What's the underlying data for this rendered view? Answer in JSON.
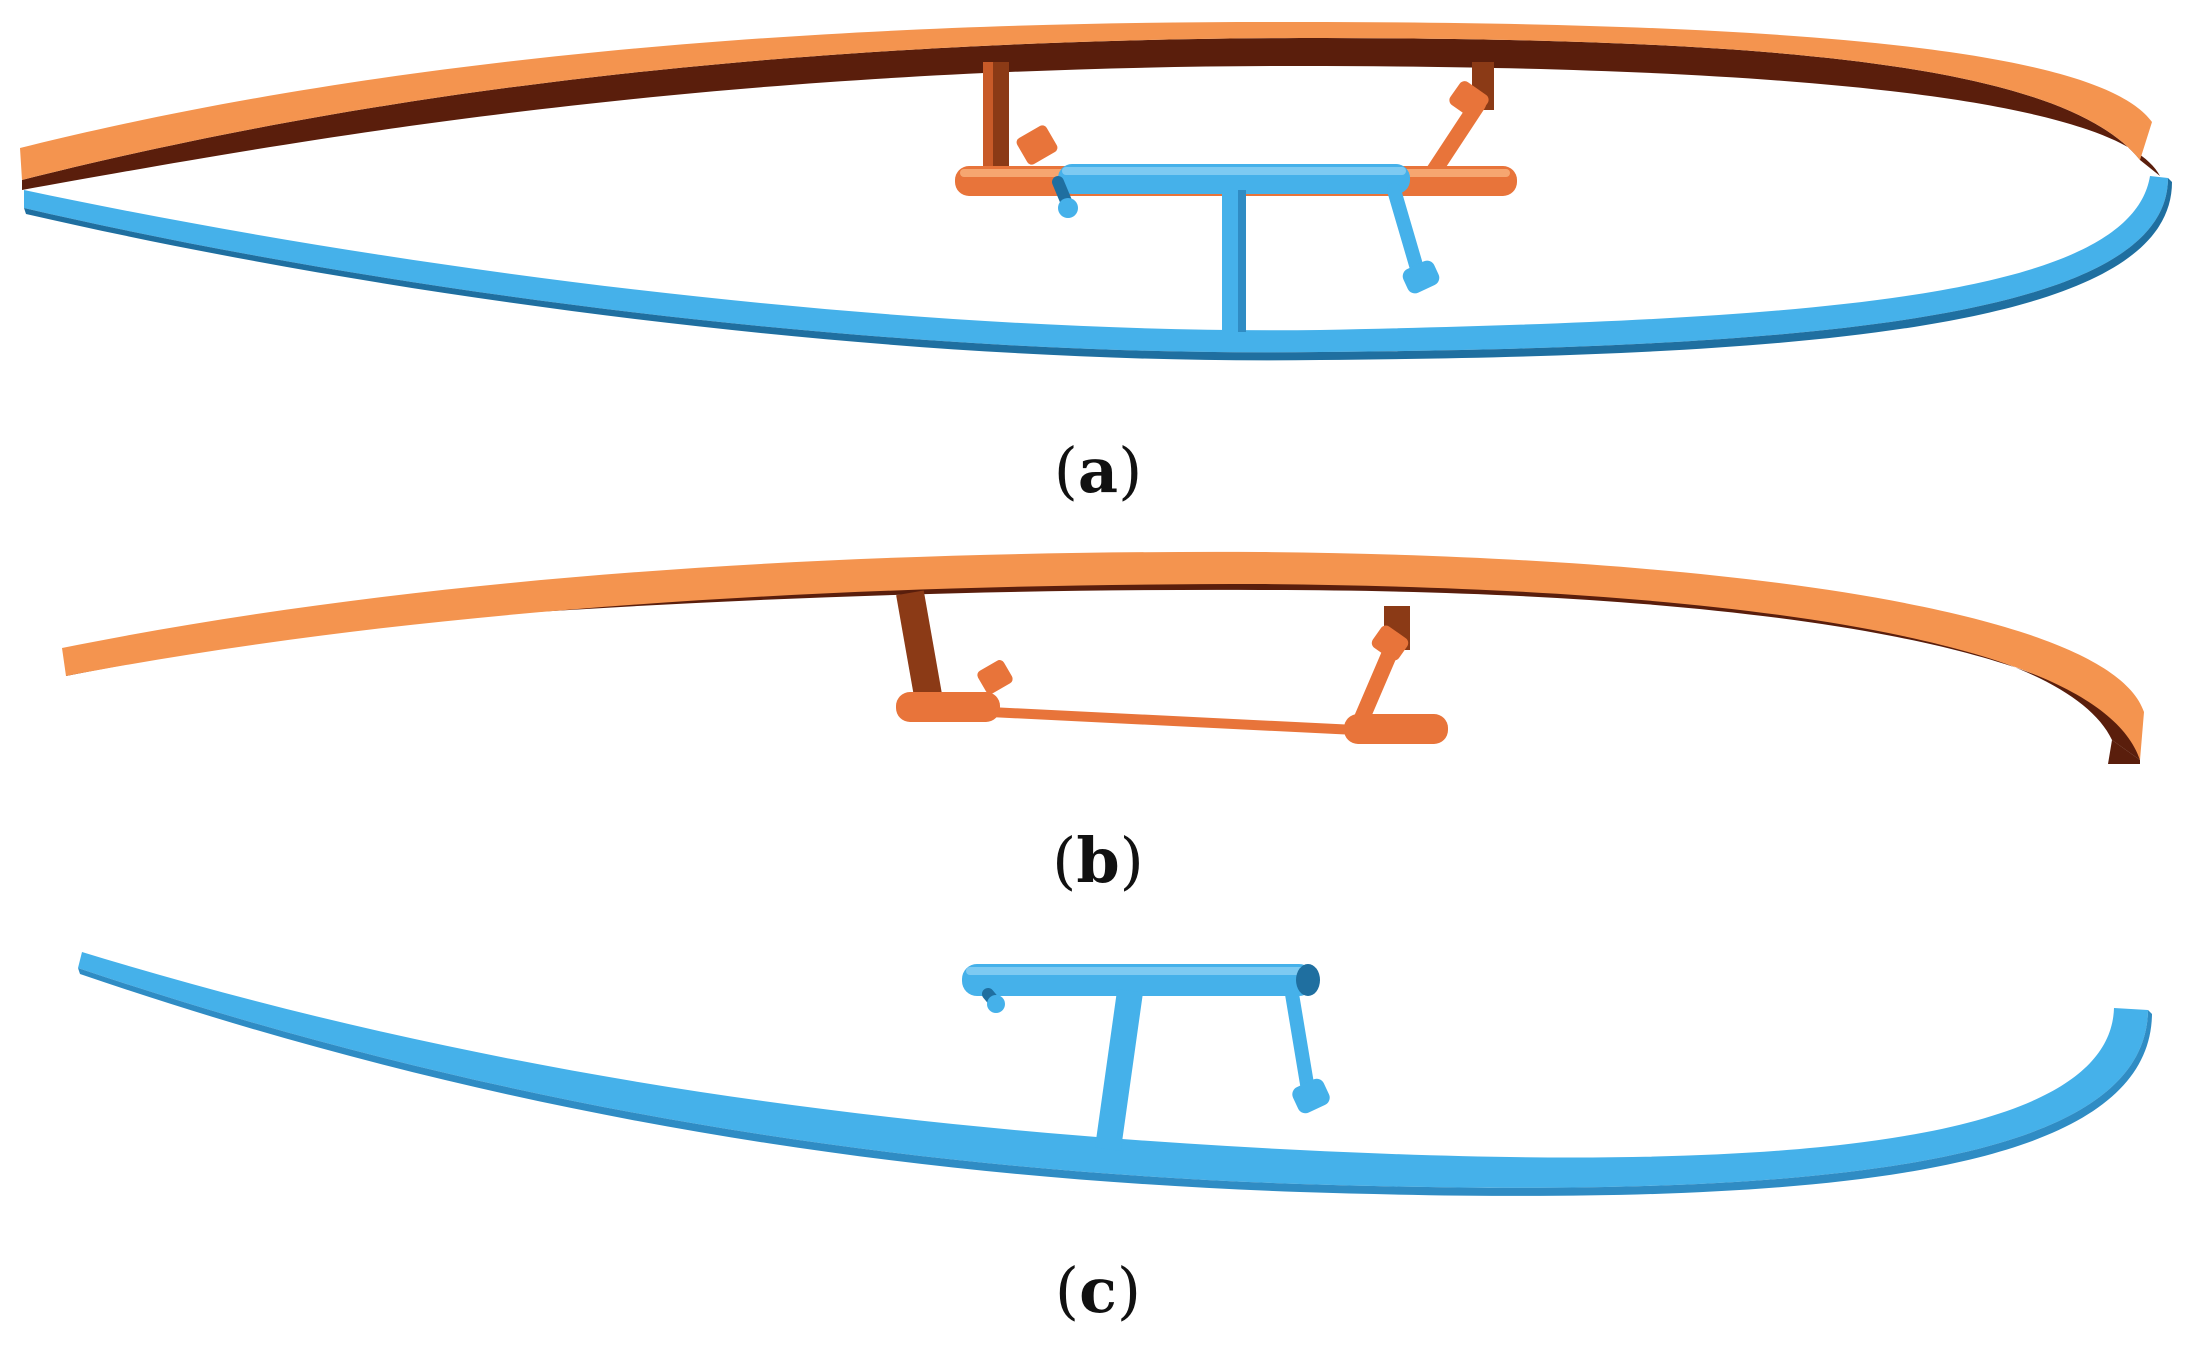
{
  "panels": [
    {
      "id": "a",
      "caption_open": "(",
      "caption_letter": "a",
      "caption_close": ")"
    },
    {
      "id": "b",
      "caption_open": "(",
      "caption_letter": "b",
      "caption_close": ")"
    },
    {
      "id": "c",
      "caption_open": "(",
      "caption_letter": "c",
      "caption_close": ")"
    }
  ],
  "colors": {
    "upper_light": "#f4944f",
    "upper_dark": "#5a1e0c",
    "upper_mid": "#e8743a",
    "lower_light": "#45b1ea",
    "lower_dark": "#1f6fa0",
    "lower_mid": "#3aa0dd",
    "background": "#ffffff"
  }
}
